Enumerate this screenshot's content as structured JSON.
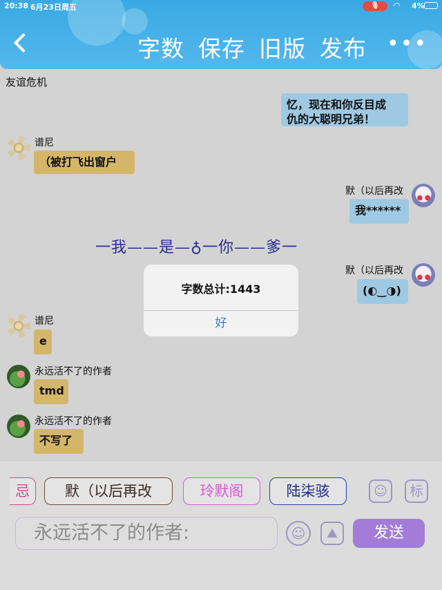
{
  "status_bar": {
    "time": "20:38",
    "date": "6月23日周五",
    "battery": "4%"
  },
  "header": {
    "buttons": [
      "字数",
      "保存",
      "旧版",
      "发布"
    ]
  },
  "chat": {
    "title": "友谊危机",
    "messages": [
      {
        "side": "right",
        "style": "blue",
        "text": "忆，现在和你反目成\n仇的大聪明兄弟！"
      },
      {
        "side": "left",
        "sender": "谱尼",
        "style": "gold",
        "text": "（被打飞出窗户"
      },
      {
        "side": "right",
        "sender": "默（以后再改",
        "style": "blue",
        "text": "我******"
      },
      {
        "side": "center",
        "text": "一我——是—♁一你——爹一"
      },
      {
        "side": "right",
        "sender": "默（以后再改",
        "style": "blue",
        "text": "(◐‿◑)"
      },
      {
        "side": "left",
        "sender": "谱尼",
        "style": "gold",
        "text": "e"
      },
      {
        "side": "left",
        "sender": "永远活不了的作者",
        "style": "gold",
        "text": "tmd"
      },
      {
        "side": "left",
        "sender": "永远活不了的作者",
        "style": "gold",
        "text": "不写了"
      }
    ]
  },
  "alert": {
    "message": "字数总计:1443",
    "ok_label": "好"
  },
  "bottom": {
    "chips": [
      {
        "label": "忌",
        "color": "#d4478a"
      },
      {
        "label": "默（以后再改",
        "color": "#6b4a3a"
      },
      {
        "label": "玲默阁",
        "color": "#d85ad3"
      },
      {
        "label": "陆柒骇",
        "color": "#2a3aa8"
      }
    ],
    "tag_label": "标",
    "input_value": "永远活不了的作者:",
    "send_label": "发送"
  },
  "icons": [
    "back-icon",
    "more-icon",
    "mic-icon",
    "wifi-icon",
    "battery-icon",
    "person-icon",
    "emoji-icon",
    "image-icon"
  ]
}
